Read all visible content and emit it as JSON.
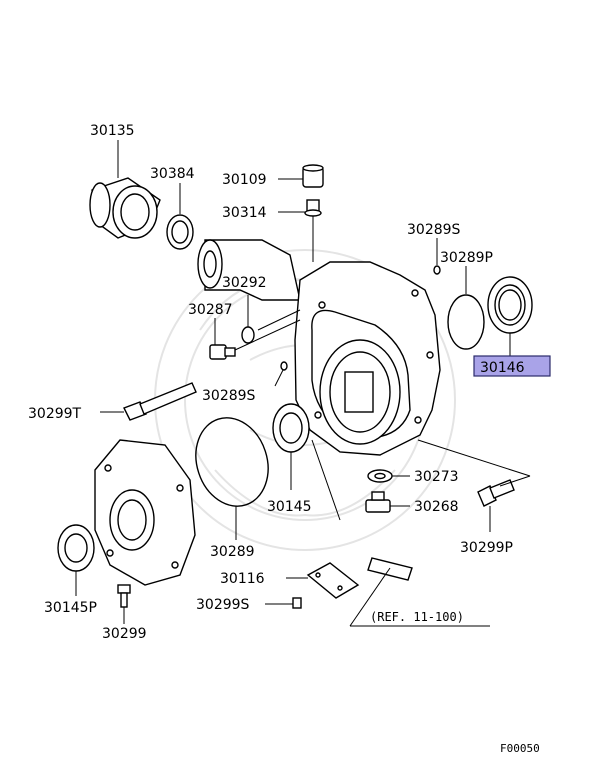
{
  "diagram": {
    "parts": [
      {
        "id": "30135",
        "label": "30135"
      },
      {
        "id": "30384",
        "label": "30384"
      },
      {
        "id": "30109",
        "label": "30109"
      },
      {
        "id": "30314",
        "label": "30314"
      },
      {
        "id": "30289S_top",
        "label": "30289S"
      },
      {
        "id": "30289P",
        "label": "30289P"
      },
      {
        "id": "30292",
        "label": "30292"
      },
      {
        "id": "30287",
        "label": "30287"
      },
      {
        "id": "30146",
        "label": "30146",
        "highlighted": true
      },
      {
        "id": "30289S_mid",
        "label": "30289S"
      },
      {
        "id": "30299T",
        "label": "30299T"
      },
      {
        "id": "30273",
        "label": "30273"
      },
      {
        "id": "30268",
        "label": "30268"
      },
      {
        "id": "30145",
        "label": "30145"
      },
      {
        "id": "30299P",
        "label": "30299P"
      },
      {
        "id": "30289",
        "label": "30289"
      },
      {
        "id": "30116",
        "label": "30116"
      },
      {
        "id": "30145P",
        "label": "30145P"
      },
      {
        "id": "30299S",
        "label": "30299S"
      },
      {
        "id": "30299",
        "label": "30299"
      }
    ],
    "reference_note": "(REF. 11-100)",
    "figure_code": "F00050",
    "highlight_color": "#a9a3e8"
  }
}
